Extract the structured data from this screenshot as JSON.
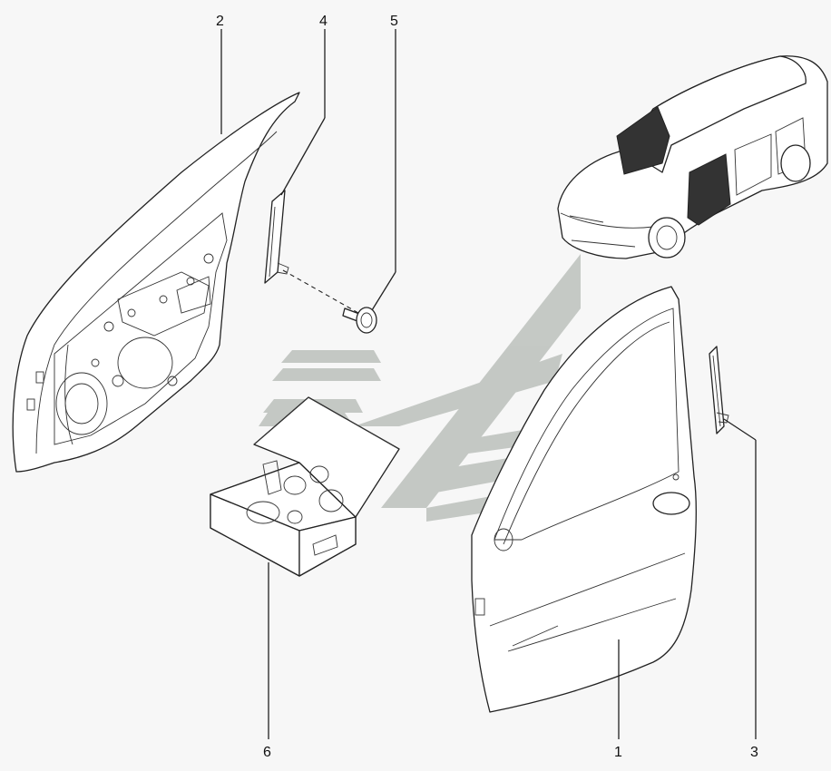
{
  "diagram": {
    "watermark_color": "#bfc3bf",
    "callouts": [
      {
        "id": "c1",
        "label": "1"
      },
      {
        "id": "c2",
        "label": "2"
      },
      {
        "id": "c3",
        "label": "3"
      },
      {
        "id": "c4",
        "label": "4"
      },
      {
        "id": "c5",
        "label": "5"
      },
      {
        "id": "c6",
        "label": "6"
      }
    ]
  }
}
